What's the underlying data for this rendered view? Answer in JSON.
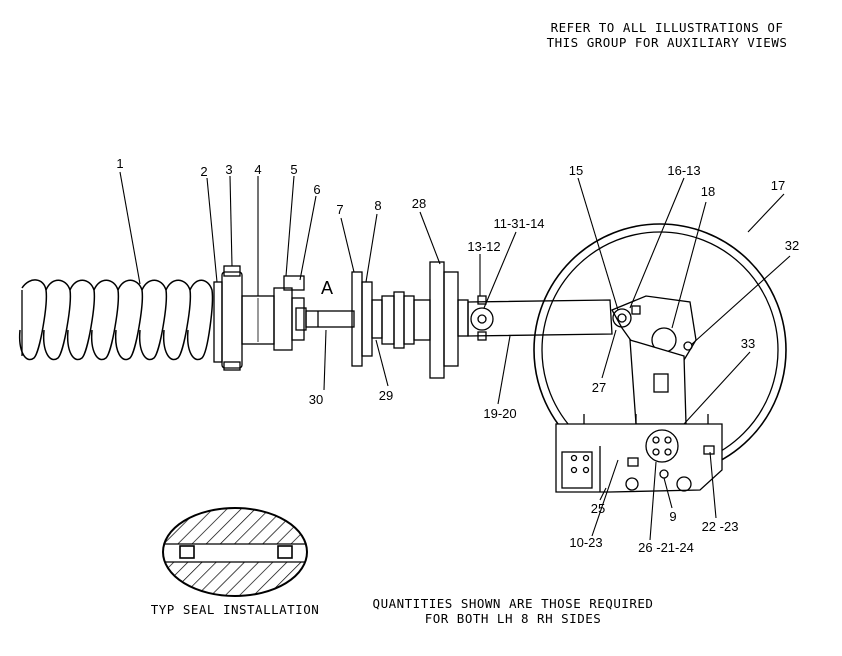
{
  "header_note": {
    "line1": "REFER TO ALL ILLUSTRATIONS OF",
    "line2": "THIS GROUP FOR AUXILIARY VIEWS"
  },
  "view_label": "A",
  "callouts": [
    {
      "id": "c1",
      "text": "1"
    },
    {
      "id": "c2",
      "text": "2"
    },
    {
      "id": "c3",
      "text": "3"
    },
    {
      "id": "c4",
      "text": "4"
    },
    {
      "id": "c5",
      "text": "5"
    },
    {
      "id": "c6",
      "text": "6"
    },
    {
      "id": "c7",
      "text": "7"
    },
    {
      "id": "c8",
      "text": "8"
    },
    {
      "id": "c28",
      "text": "28"
    },
    {
      "id": "c11-31-14",
      "text": "11-31-14"
    },
    {
      "id": "c13-12",
      "text": "13-12"
    },
    {
      "id": "c15",
      "text": "15"
    },
    {
      "id": "c16-13",
      "text": "16-13"
    },
    {
      "id": "c18",
      "text": "18"
    },
    {
      "id": "c17",
      "text": "17"
    },
    {
      "id": "c32",
      "text": "32"
    },
    {
      "id": "c33",
      "text": "33"
    },
    {
      "id": "c30",
      "text": "30"
    },
    {
      "id": "c29",
      "text": "29"
    },
    {
      "id": "c19-20",
      "text": "19-20"
    },
    {
      "id": "c27",
      "text": "27"
    },
    {
      "id": "c25",
      "text": "25"
    },
    {
      "id": "c9",
      "text": "9"
    },
    {
      "id": "c10-23",
      "text": "10-23"
    },
    {
      "id": "c26-21-24",
      "text": "26 -21-24"
    },
    {
      "id": "c22-23",
      "text": "22 -23"
    }
  ],
  "seal_caption": "TYP SEAL INSTALLATION",
  "quantities_note": {
    "line1": "QUANTITIES SHOWN ARE THOSE REQUIRED",
    "line2": "FOR BOTH LH 8  RH SIDES"
  }
}
